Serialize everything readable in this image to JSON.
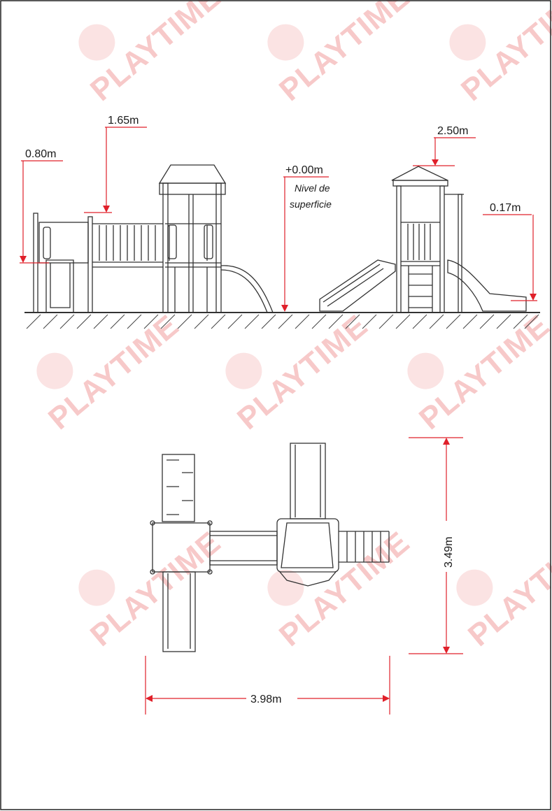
{
  "brand": {
    "watermark_text": "PLAYTIME",
    "watermark_color": "#f7c9c9",
    "accent_red": "#e0202a"
  },
  "elevation": {
    "dims": {
      "platform_low": "0.80m",
      "platform_mid": "1.65m",
      "roof": "2.50m",
      "slide_exit": "0.17m",
      "ground_level": "+0.00m",
      "ground_note_line1": "Nivel de",
      "ground_note_line2": "superficie"
    }
  },
  "plan": {
    "width_label": "3.98m",
    "depth_label": "3.49m"
  }
}
